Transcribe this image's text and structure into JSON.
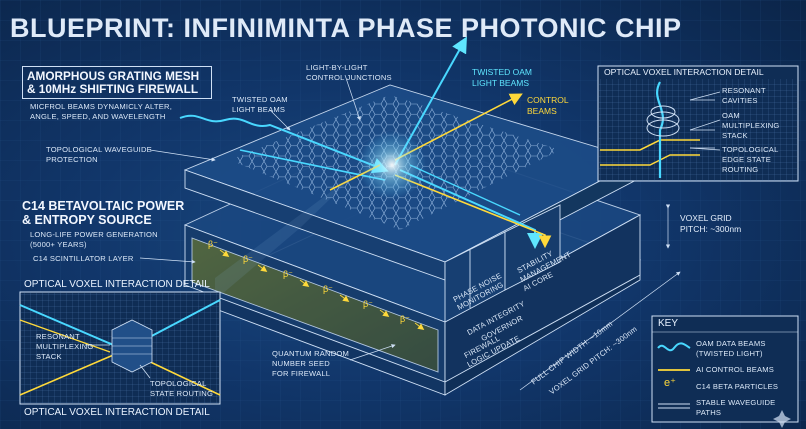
{
  "title": "BLUEPRINT: INFINIMINTA PHASE PHOTONIC CHIP",
  "left": {
    "grating_title_1": "AMORPHOUS GRATING MESH",
    "grating_title_2": "& 10MHz SHIFTING FIREWALL",
    "grating_desc_1": "MICFROL BEAMS DYNAMICLY ALTER,",
    "grating_desc_2": "ANGLE, SPEED, AND WAVELENGTH",
    "topo_guide_1": "TOPOLOGICAL WAVEGUIDE",
    "topo_guide_2": "PROTECTION",
    "power_title_1": "C14 BETAVOLTAIC POWER",
    "power_title_2": "& ENTROPY SOURCE",
    "power_desc_1": "LONG-LIFE POWER GENERATION",
    "power_desc_2": "(5000+ YEARS)",
    "scint": "C14 SCINTILLATOR LAYER"
  },
  "top": {
    "oam_beams_1": "TWISTED OAM",
    "oam_beams_2": "LIGHT BEAMS",
    "junctions_1": "LIGHT-BY-LIGHT",
    "junctions_2": "CONTROL JUNCTIONS",
    "twisted_out_1": "TWISTED OAM",
    "twisted_out_2": "LIGHT BEAMS",
    "control_1": "CONTROL",
    "control_2": "BEAMS"
  },
  "inset_right": {
    "title": "OPTICAL VOXEL INTERACTION DETAIL",
    "resonant_1": "RESONANT",
    "resonant_2": "CAVITIES",
    "oam_1": "OAM",
    "oam_2": "MULTIPLEXING",
    "oam_3": "STACK",
    "edge_1": "TOPOLOGICAL",
    "edge_2": "EDGE STATE",
    "edge_3": "ROUTING"
  },
  "inset_left": {
    "title_top": "OPTICAL VOXEL INTERACTION DETAIL",
    "title_bottom": "OPTICAL VOXEL INTERACTION DETAIL",
    "resonant_1": "RESONANT",
    "resonant_2": "MULTIPLEXING",
    "resonant_3": "STACK",
    "topo_1": "TOPOLOGICAL",
    "topo_2": "STATE ROUTING"
  },
  "chip": {
    "phase_noise_1": "PHASE NOISE",
    "phase_noise_2": "MONITORING",
    "stability_1": "STABILITY",
    "stability_2": "MANAGEMENT",
    "stability_3": "AI CORE",
    "data_integrity_1": "DATA INTEGRITY",
    "data_integrity_2": "GOVERNOR",
    "firewall_1": "FIREWALL",
    "firewall_2": "LOGIC UPDATE",
    "full_width": "FULL CHIP WIDTH: ~10mm",
    "voxel_pitch_diag": "VOXEL GRID PITCH: ~300nm",
    "beta": "β⁻",
    "qrng_1": "QUANTUM RANDOM",
    "qrng_2": "NUMBER SEED",
    "qrng_3": "FOR FIREWALL"
  },
  "voxel_grid": {
    "line_1": "VOXEL GRID",
    "line_2": "PITCH: ~300nm"
  },
  "key": {
    "title": "KEY",
    "oam_1": "OAM DATA BEAMS",
    "oam_2": "(TWISTED LIGHT)",
    "ai": "AI CONTROL BEAMS",
    "beta_symbol": "e⁺",
    "beta": "C14 BETA PARTICLES",
    "wave_1": "STABLE WAVEGUIDE",
    "wave_2": "PATHS"
  },
  "colors": {
    "cyan": "#49d8ff",
    "yellow": "#ffd32a",
    "line": "#cfe0f5",
    "background": "#11366a"
  },
  "icons": [
    "sparkle-icon"
  ]
}
